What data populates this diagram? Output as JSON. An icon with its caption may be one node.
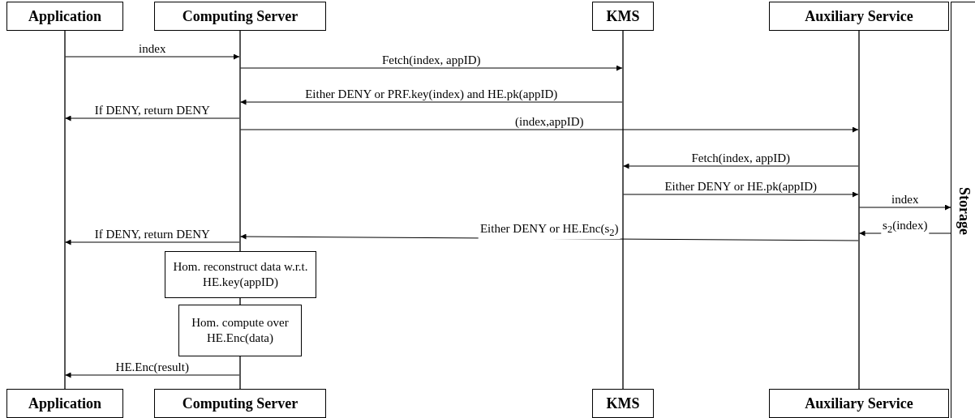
{
  "diagram": {
    "nodes": [
      {
        "text": [
          "Application"
        ]
      },
      {
        "text": [
          "Computing Server"
        ]
      },
      {
        "text": [
          "KMS"
        ]
      },
      {
        "text": [
          "Auxiliary Service"
        ]
      },
      {
        "text": [
          "Storage"
        ]
      },
      {
        "text": [],
        "shape": "bar"
      },
      {
        "text": [],
        "shape": "bar"
      },
      {
        "text": [],
        "shape": "bar"
      },
      {
        "text": [],
        "shape": "bar"
      },
      {
        "text": [
          "Application"
        ]
      },
      {
        "text": [
          "Computing Server"
        ]
      },
      {
        "text": [
          "KMS"
        ]
      },
      {
        "text": [
          "Auxiliary Service"
        ]
      },
      {
        "text": [
          "Hom. reconstruct data w.r.t. HE.key(appID)"
        ]
      },
      {
        "text": [
          "Hom. compute over HE.Enc(data)"
        ]
      },
      {
        "text": [],
        "shape": "bar"
      },
      {
        "text": [],
        "shape": "bar"
      }
    ],
    "edges": [
      {
        "from": 5,
        "to": 6,
        "arrow": "to",
        "label": "index"
      },
      {
        "from": 6,
        "to": 7,
        "arrow": "to",
        "label": "Fetch(index, appID)"
      },
      {
        "from": 7,
        "to": 6,
        "arrow": "to",
        "label": "Either DENY or PRF.key(index) and HE.pk(appID)"
      },
      {
        "from": 6,
        "to": 5,
        "arrow": "to",
        "label": "If DENY, return DENY"
      },
      {
        "from": 6,
        "to": 8,
        "arrow": "to",
        "label": "(index,appID)"
      },
      {
        "from": 8,
        "to": 7,
        "arrow": "to",
        "label": "Fetch(index, appID)"
      },
      {
        "from": 7,
        "to": 8,
        "arrow": "to",
        "label": "Either DENY or HE.pk(appID)"
      },
      {
        "from": 8,
        "to": 4,
        "arrow": "to",
        "label": "index"
      },
      {
        "from": 4,
        "to": 8,
        "arrow": "to",
        "label": "s$_{2}$(index)"
      },
      {
        "from": 8,
        "to": 6,
        "arrow": "to",
        "label": "Either DENY or HE.Enc(s$_{2}$)"
      },
      {
        "from": 6,
        "to": 5,
        "arrow": "to",
        "label": "If DENY, return DENY"
      },
      {
        "from": 16,
        "to": 5,
        "arrow": "to",
        "label": "HE.Enc(result)"
      }
    ]
  }
}
